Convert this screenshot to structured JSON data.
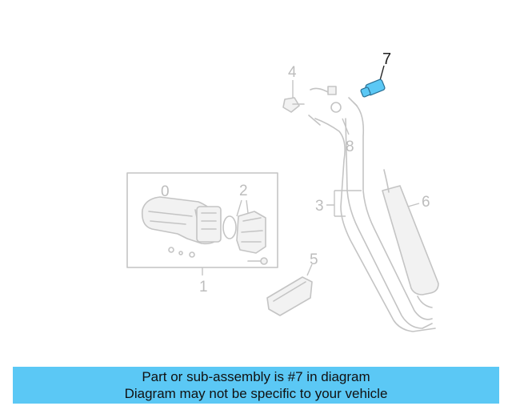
{
  "diagram": {
    "highlight_color": "#5bc8f5",
    "ghost_color": "#c4c4c4",
    "highlighted_part": "7",
    "callouts": [
      {
        "id": "1",
        "label": "1"
      },
      {
        "id": "2",
        "label": "2"
      },
      {
        "id": "3",
        "label": "3"
      },
      {
        "id": "4",
        "label": "4"
      },
      {
        "id": "5",
        "label": "5"
      },
      {
        "id": "6",
        "label": "6"
      },
      {
        "id": "7",
        "label": "7"
      },
      {
        "id": "8",
        "label": "8"
      },
      {
        "id": "0",
        "label": "0"
      }
    ]
  },
  "banner": {
    "line1": "Part or sub-assembly is #7 in diagram",
    "line2": "Diagram may not be specific to your vehicle",
    "background": "#5bc8f5"
  }
}
